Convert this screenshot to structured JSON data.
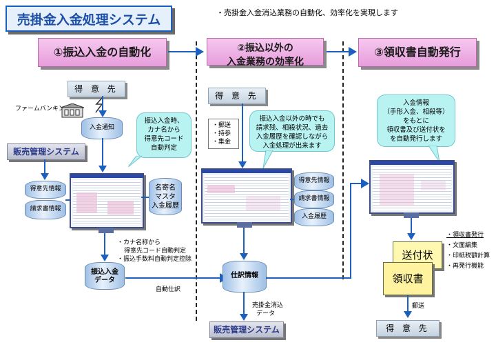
{
  "title": "売掛金入金処理システム",
  "subtitle": "・売掛金入金消込業務の自動化、効率化を実現します",
  "phases": {
    "p1": "①振込入金の自動化",
    "p2_line1": "②振込以外の",
    "p2_line2": "入金業務の効率化",
    "p3": "③領収書自動発行"
  },
  "col1": {
    "customer": "得 意 先",
    "firm_banking": "ファームバンキング",
    "deposit_notice": "入金通知",
    "bubble_lines": [
      "振込入金時、",
      "カナ名から",
      "得意先コード",
      "自動判定"
    ],
    "sales_system": "販売管理システム",
    "db_customer": "得意先情報",
    "db_invoice": "請求書情報",
    "master_lines": [
      "名寄名",
      "マスタ",
      "入金履歴"
    ],
    "notes": [
      "・カナ名称から",
      "得意先コード自動判定",
      "・振込手数料自動判定控除"
    ],
    "transfer_data_lines": [
      "振込入金",
      "データ"
    ],
    "auto_journal": "自動仕訳"
  },
  "col2": {
    "customer": "得 意 先",
    "methods": [
      "・郵送",
      "・持参",
      "・集金"
    ],
    "bubble_lines": [
      "振込入金以外の時でも",
      "請求残、相殺状況、過去",
      "入金履歴を確認しながら",
      "入金処理が出来ます"
    ],
    "db_customer": "得意先情報",
    "db_invoice": "請求書情報",
    "db_history": "入金履歴",
    "journal_info": "仕訳情報",
    "ar_clearing_lines": [
      "売掛金消込",
      "データ"
    ],
    "sales_system": "販売管理システム"
  },
  "col3": {
    "bubble_lines": [
      "入金情報",
      "（手形入金、相殺等）",
      "をもとに",
      "領収書及び送付状を",
      "を自動発行します"
    ],
    "features": [
      "・領収書発行",
      "・文面編集",
      "・印紙税額計算",
      "・再発行機能"
    ],
    "cover_letter": "送付状",
    "receipt": "領収書",
    "mail": "郵送",
    "customer": "得 意 先"
  }
}
